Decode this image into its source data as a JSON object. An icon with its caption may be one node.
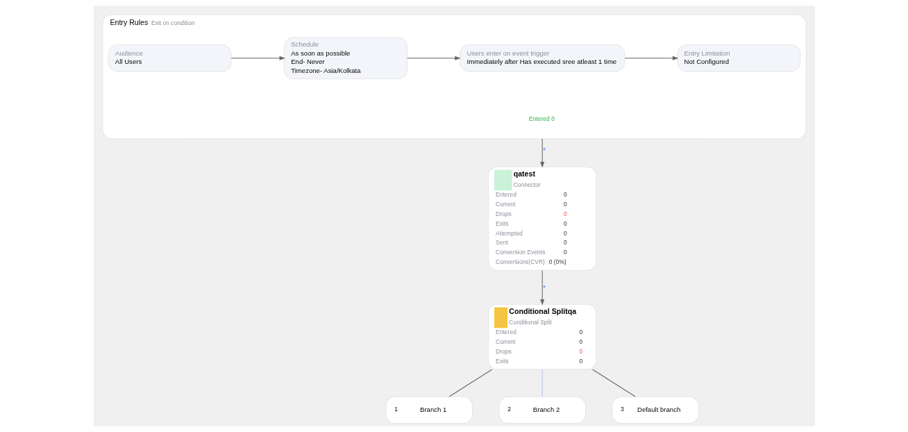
{
  "diagram": {
    "nodes": [
      {
        "text": [
          "Entry Rules",
          "Exit on condition"
        ]
      },
      {
        "text": [
          "Audience",
          "All Users"
        ],
        "in": 0
      },
      {
        "text": [
          "Schedule",
          "As soon as possible",
          "End- Never",
          "Timezone- Asia/Kolkata"
        ],
        "in": 0
      },
      {
        "text": [
          "Users enter on event trigger",
          "Immediately after Has executed sree atleast 1 time"
        ],
        "in": 0
      },
      {
        "text": [
          "Entry Limitation",
          "Not Configured"
        ],
        "in": 0
      },
      {
        "text": [
          "qatest",
          "Connector",
          "Entered",
          "0",
          "Current",
          "0",
          "Drops",
          "0",
          "Exits",
          "0",
          "Attempted",
          "0",
          "Sent",
          "0",
          "Conversion Events",
          "0",
          "Conversions(CVR)",
          "0 (0%)"
        ]
      },
      {
        "text": [
          "Conditional Splitqa",
          "Conditional Split",
          "Entered",
          "0",
          "Current",
          "0",
          "Drops",
          "0",
          "Exits",
          "0"
        ]
      },
      {
        "text": [
          "1",
          "Branch 1"
        ]
      },
      {
        "text": [
          "2",
          "Branch 2"
        ]
      },
      {
        "text": [
          "3",
          "Default branch"
        ]
      }
    ],
    "edges": [
      {
        "from": 1,
        "to": 2,
        "arrow": "to"
      },
      {
        "from": 2,
        "to": 3,
        "arrow": "to"
      },
      {
        "from": 3,
        "to": 4,
        "arrow": "to"
      },
      {
        "from": 0,
        "to": 5,
        "arrow": "to",
        "label": "+"
      },
      {
        "from": 5,
        "to": 6,
        "arrow": "to",
        "label": "+"
      },
      {
        "from": 6,
        "to": 7,
        "arrow": "none"
      },
      {
        "from": 6,
        "to": 8,
        "arrow": "none",
        "color": "#b8c4f0"
      },
      {
        "from": 6,
        "to": 9,
        "arrow": "none"
      }
    ],
    "labels": [
      "Entered 0"
    ]
  }
}
